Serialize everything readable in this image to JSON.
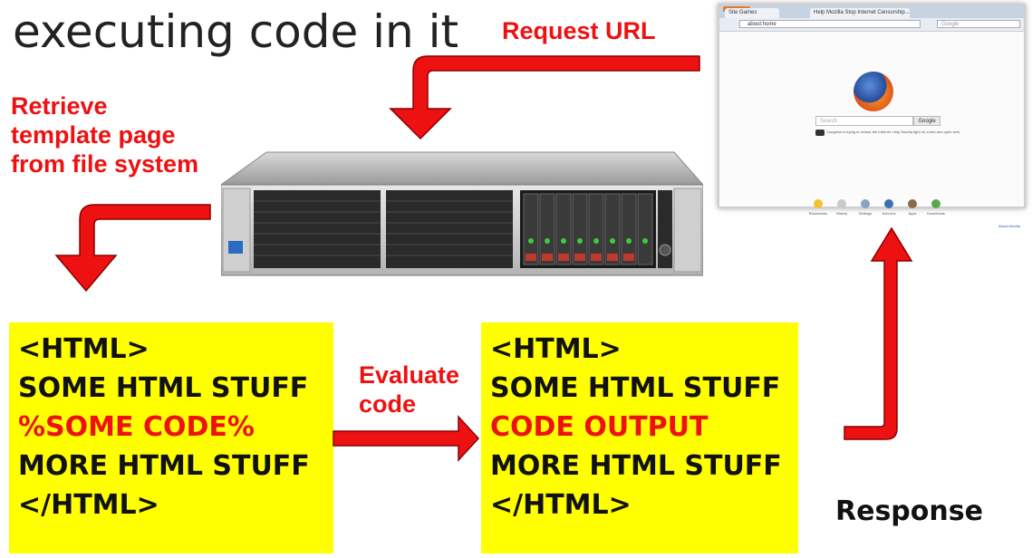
{
  "title": "executing code in it",
  "labels": {
    "request_url": "Request URL",
    "retrieve": [
      "Retrieve",
      "template page",
      "from file system"
    ],
    "evaluate": [
      "Evaluate",
      "code"
    ],
    "response": "Response"
  },
  "template_box": {
    "lines": [
      {
        "text": "<HTML>",
        "highlight": false
      },
      {
        "text": "SOME HTML STUFF",
        "highlight": false
      },
      {
        "text": "%SOME CODE%",
        "highlight": true
      },
      {
        "text": "MORE HTML STUFF",
        "highlight": false
      },
      {
        "text": "</HTML>",
        "highlight": false
      }
    ]
  },
  "output_box": {
    "lines": [
      {
        "text": "<HTML>",
        "highlight": false
      },
      {
        "text": "SOME HTML STUFF",
        "highlight": false
      },
      {
        "text": "CODE OUTPUT",
        "highlight": true
      },
      {
        "text": "MORE HTML STUFF",
        "highlight": false
      },
      {
        "text": "</HTML>",
        "highlight": false
      }
    ]
  },
  "browser": {
    "tab1": "Site Games",
    "tab2": "Help Mozilla Stop Internet Censorship...",
    "url": "about:home",
    "search_engine": "Google",
    "search_placeholder": "Search",
    "search_button": "Google",
    "snippet": "Congress is trying to censor the Internet. Help Mozilla fight for a free and open web.",
    "bottom_items": [
      "Bookmarks",
      "History",
      "Settings",
      "Add-ons",
      "Apps",
      "Downloads"
    ],
    "about_link": "About Mozilla"
  },
  "colors": {
    "arrow_red": "#ee1111",
    "box_yellow": "#ffff00",
    "label_red": "#ee1111"
  }
}
